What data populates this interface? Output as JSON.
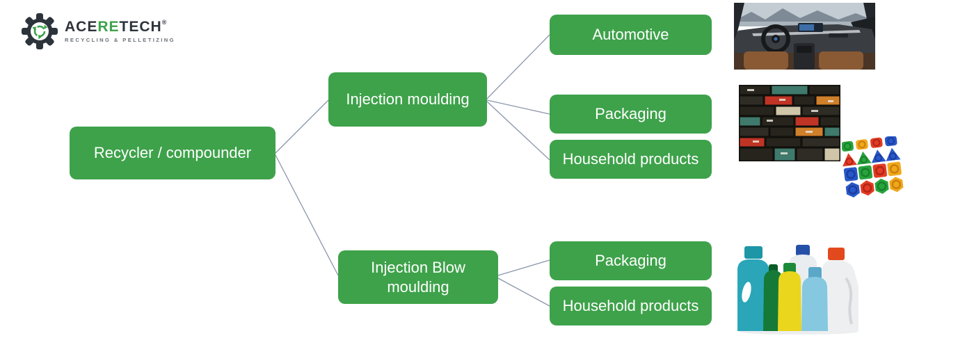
{
  "logo": {
    "brand": {
      "part1": "ACE",
      "part2": "RE",
      "part3": "TECH",
      "registered": "®"
    },
    "tagline": "RECYCLING & PELLETIZING"
  },
  "colors": {
    "node_green": "#3ea24a",
    "connector_line": "#8a96ab",
    "brand_dark": "#2d333b",
    "brand_green": "#3ea24a",
    "tagline_gray": "#6a7076"
  },
  "diagram": {
    "root_label": "Recycler / compounder",
    "branches": [
      {
        "label": "Injection moulding",
        "children": [
          {
            "label": "Automotive"
          },
          {
            "label": "Packaging"
          },
          {
            "label": "Household products"
          }
        ]
      },
      {
        "label": "Injection Blow moulding",
        "children": [
          {
            "label": "Packaging"
          },
          {
            "label": "Household products"
          }
        ]
      }
    ]
  },
  "images": [
    {
      "name": "automotive-interior-photo",
      "alt": "Car interior dashboard with steering wheel and brown leather seats"
    },
    {
      "name": "stacked-crates-photo",
      "alt": "Stacked plastic crates in black, teal, red and orange"
    },
    {
      "name": "toy-blocks-photo",
      "alt": "Colourful plastic toy stacking blocks in blue, red, green and yellow"
    },
    {
      "name": "detergent-bottles-photo",
      "alt": "Assorted plastic detergent and shampoo bottles"
    }
  ]
}
